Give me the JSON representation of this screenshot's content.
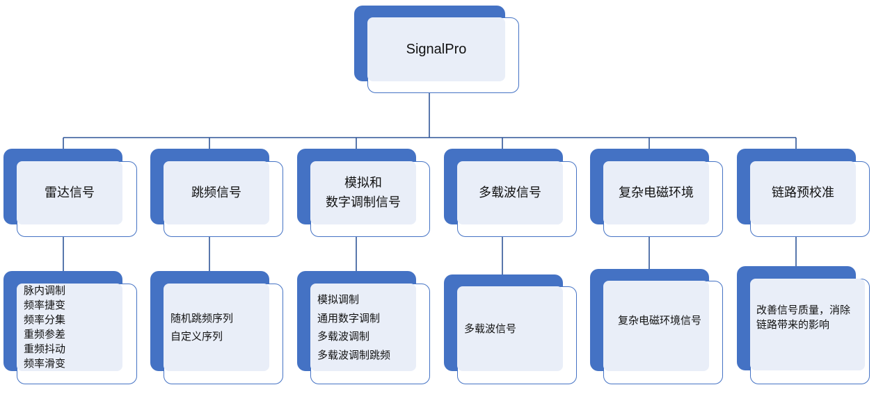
{
  "root": {
    "label": "SignalPro"
  },
  "categories": [
    {
      "label_lines": [
        "雷达信号"
      ],
      "details": [
        "脉内调制",
        "频率捷变",
        "频率分集",
        "重频参差",
        "重频抖动",
        "频率滑变"
      ]
    },
    {
      "label_lines": [
        "跳频信号"
      ],
      "details": [
        "随机跳频序列",
        "自定义序列"
      ]
    },
    {
      "label_lines": [
        "模拟和",
        "数字调制信号"
      ],
      "details": [
        "模拟调制",
        "通用数字调制",
        "多载波调制",
        "多载波调制跳频"
      ]
    },
    {
      "label_lines": [
        "多载波信号"
      ],
      "details": [
        "多载波信号"
      ]
    },
    {
      "label_lines": [
        "复杂电磁环境"
      ],
      "details": [
        "复杂电磁环境信号"
      ]
    },
    {
      "label_lines": [
        "链路预校准"
      ],
      "details": [
        "改善信号质量，消除",
        "链路带来的影响"
      ]
    }
  ],
  "colors": {
    "accent": "#4472c4",
    "fill": "#e9eef8",
    "line": "#2f5597"
  }
}
